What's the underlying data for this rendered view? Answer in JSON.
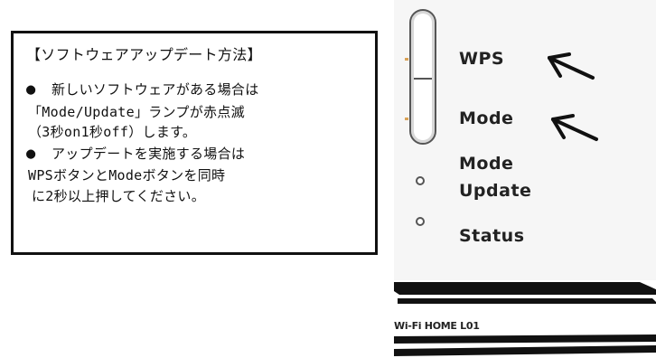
{
  "instructions": {
    "title": "【ソフトウェアアップデート方法】",
    "bullet_symbol": "●",
    "item1_line1": "新しいソフトウェアがある場合は",
    "item1_line2": "「Mode/Update」ランプが赤点滅",
    "item1_line3": "（3秒on1秒off）します。",
    "item2_line1": "アップデートを実施する場合は",
    "item2_line2": "WPSボタンとModeボタンを同時",
    "item2_line3": "に2秒以上押してください。"
  },
  "device": {
    "wps_label": "WPS",
    "mode_label": "Mode",
    "mode_update_label_line1": "Mode",
    "mode_update_label_line2": "Update",
    "status_label": "Status",
    "brand": "Wi-Fi HOME L01"
  },
  "icons": {
    "arrow": "arrow-pointing-left",
    "led": "led-indicator-circle"
  },
  "colors": {
    "border": "#111111",
    "arrow": "#111111",
    "capsule_border": "#555555",
    "tick_accent": "#d9a257"
  }
}
